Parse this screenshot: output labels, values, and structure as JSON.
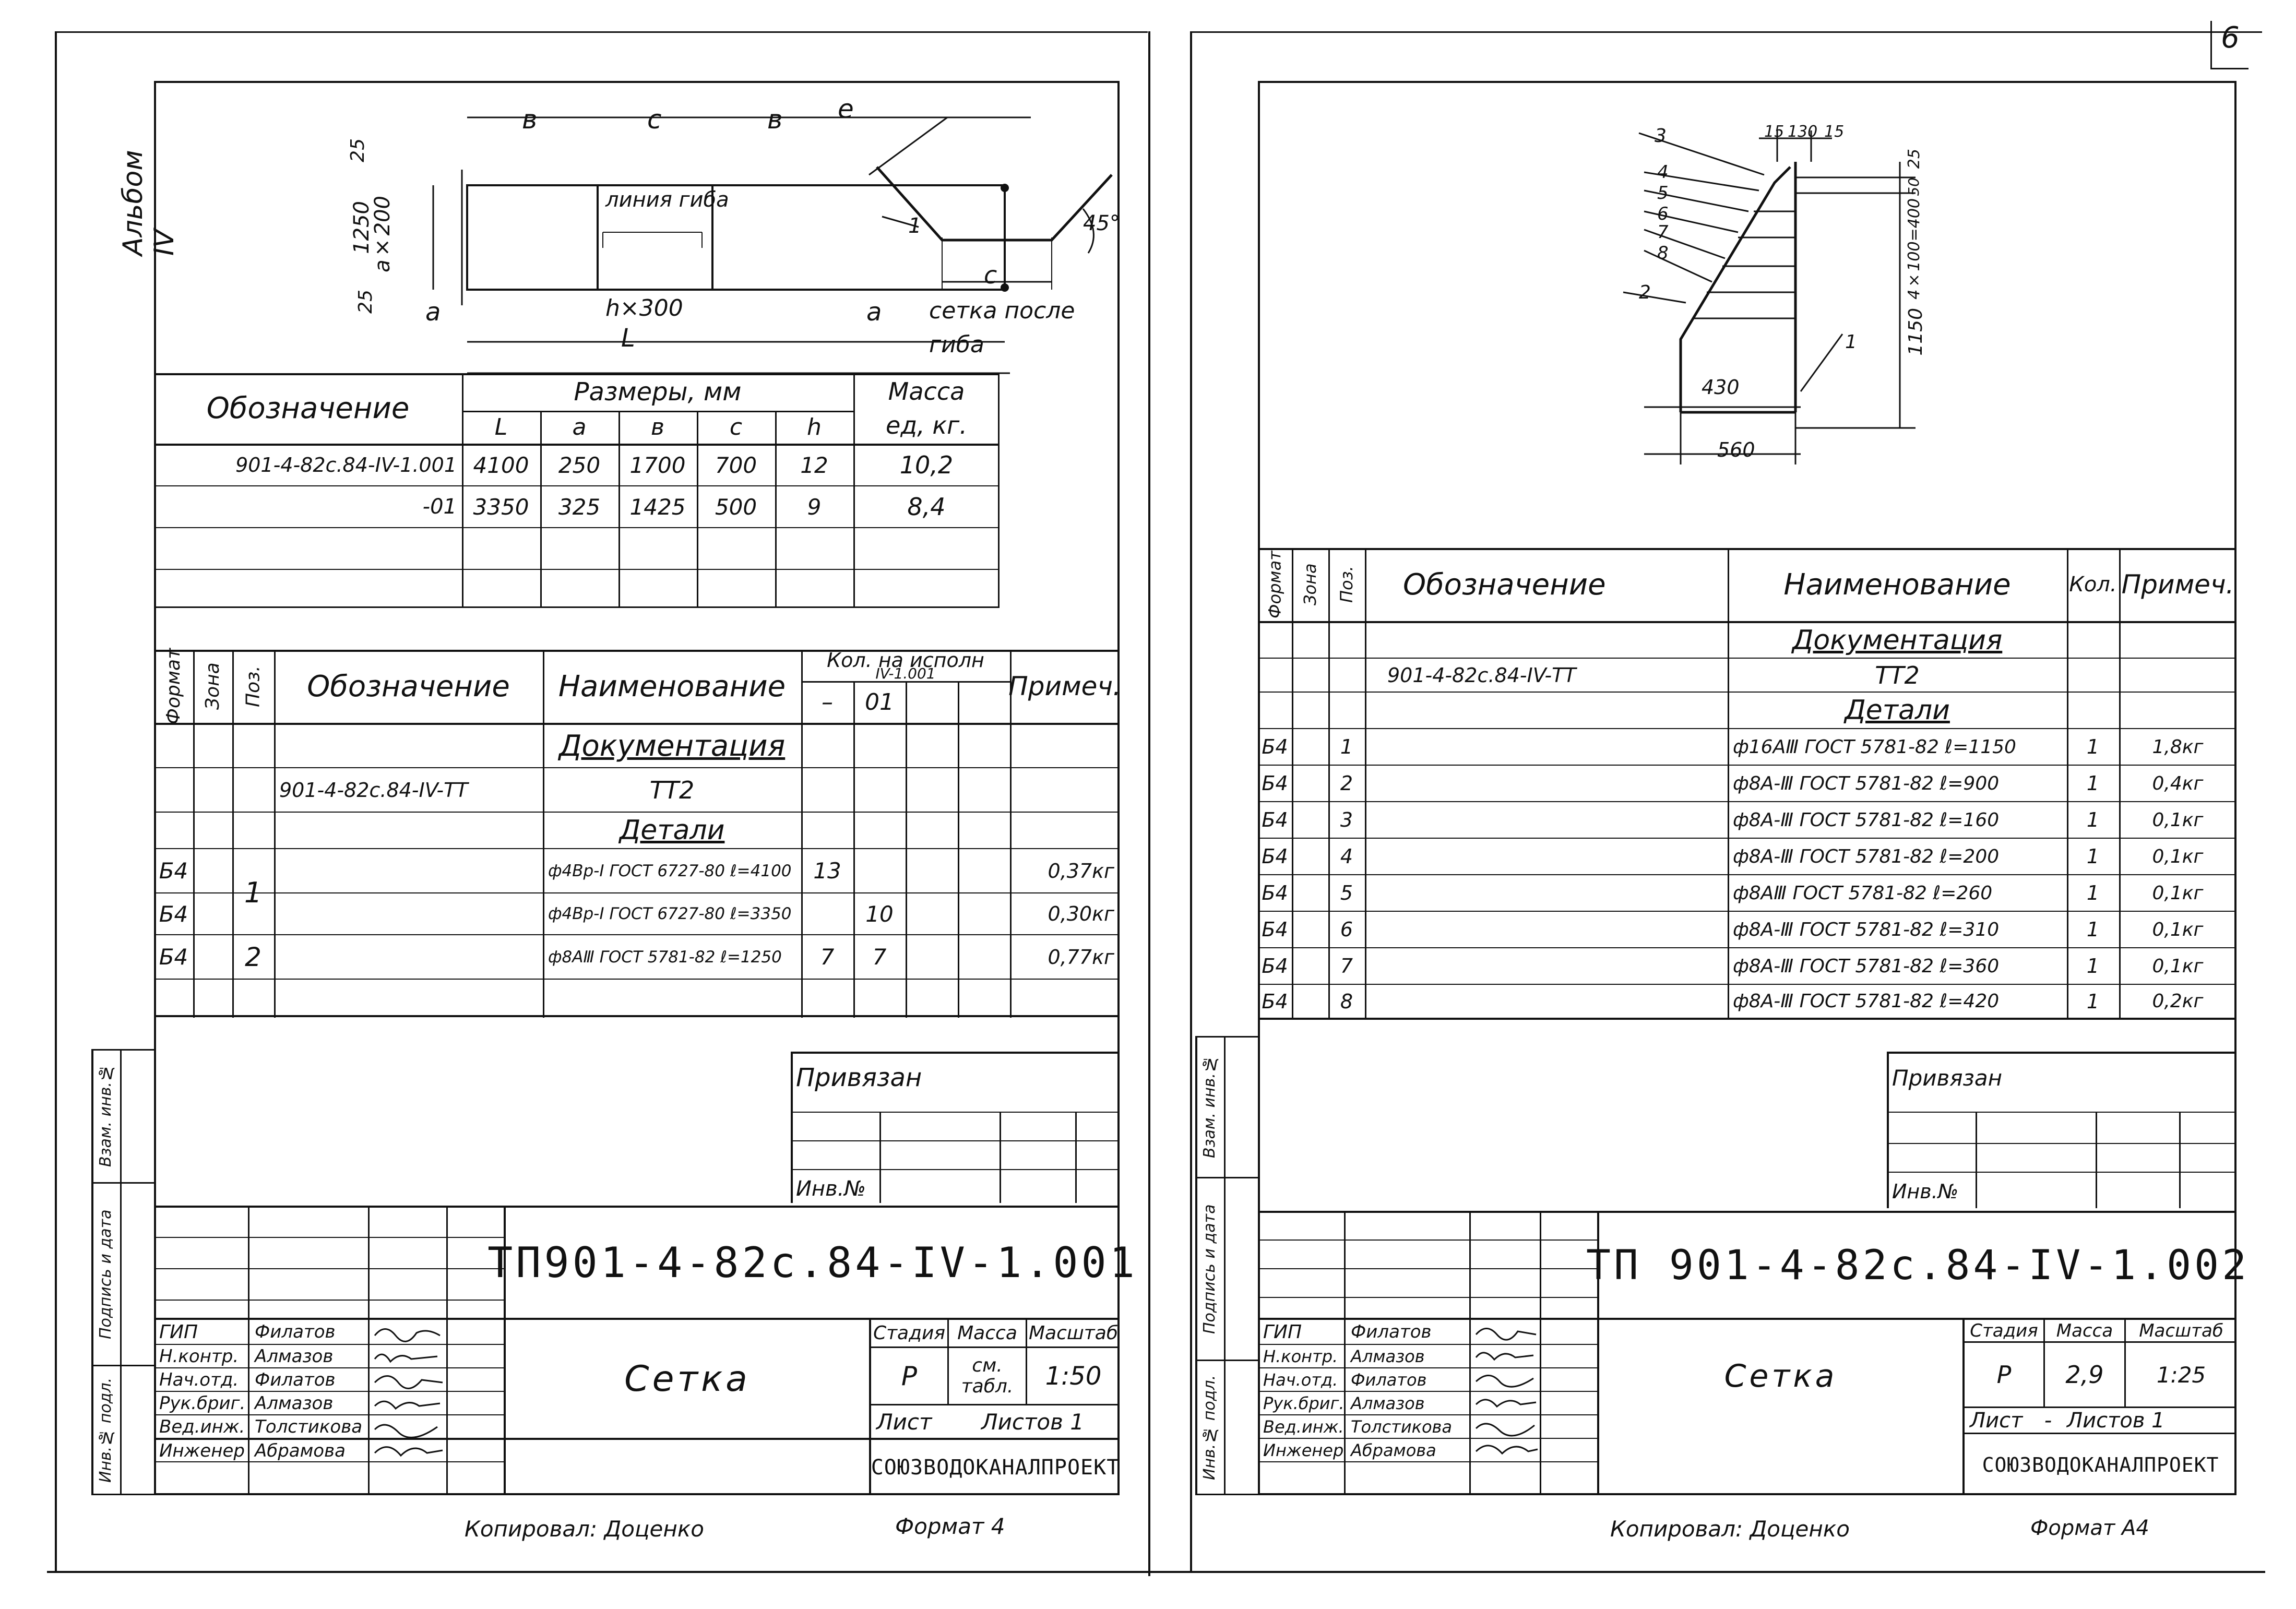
{
  "page_mark": "6",
  "album_label": "Альбом IV",
  "left": {
    "drawing": {
      "dims": [
        "в",
        "с",
        "в",
        "е",
        "25",
        "1250",
        "а×200",
        "25",
        "а",
        "h×300",
        "а",
        "L"
      ],
      "note_bend_line": "линия гиба",
      "leader": "1",
      "angle": "45°",
      "c_after": "с",
      "caption_1": "сетка после",
      "caption_2": "гиба"
    },
    "size_table": {
      "h_designation": "Обозначение",
      "h_sizes": "Размеры, мм",
      "h_mass": "Масса",
      "h_mass2": "ед, кг.",
      "cols": [
        "L",
        "а",
        "в",
        "с",
        "h"
      ],
      "rows": [
        {
          "des": "901-4-82с.84-IV-1.001",
          "v": [
            "4100",
            "250",
            "1700",
            "700",
            "12"
          ],
          "mass": "10,2"
        },
        {
          "des": "-01",
          "v": [
            "3350",
            "325",
            "1425",
            "500",
            "9"
          ],
          "mass": "8,4"
        }
      ]
    },
    "spec": {
      "h_format": "Формат",
      "h_zone": "Зона",
      "h_pos": "Поз.",
      "h_designation": "Обозначение",
      "h_name": "Наименование",
      "h_qty": "Кол. на исполн",
      "h_qty_sub": "IV-1.001",
      "h_q1": "–",
      "h_q2": "01",
      "h_note": "Примеч.",
      "rows": [
        {
          "fmt": "",
          "pos": "",
          "des": "",
          "name": "Документация",
          "q1": "",
          "q2": "",
          "note": "",
          "ul": true
        },
        {
          "fmt": "",
          "pos": "",
          "des": "901-4-82с.84-IV-ТТ",
          "name": "ТТ2",
          "q1": "",
          "q2": "",
          "note": "",
          "ul": false
        },
        {
          "fmt": "",
          "pos": "",
          "des": "",
          "name": "Детали",
          "q1": "",
          "q2": "",
          "note": "",
          "ul": true
        },
        {
          "fmt": "Б4",
          "pos": "",
          "des": "",
          "name": "ф4Вр-I ГОСТ 6727-80 ℓ=4100",
          "q1": "13",
          "q2": "",
          "note": "0,37кг",
          "ul": false
        },
        {
          "fmt": "Б4",
          "pos": "1",
          "des": "",
          "name": "ф4Вр-I ГОСТ 6727-80 ℓ=3350",
          "q1": "",
          "q2": "10",
          "note": "0,30кг",
          "ul": false
        },
        {
          "fmt": "Б4",
          "pos": "2",
          "des": "",
          "name": "ф8АⅢ ГОСТ 5781-82 ℓ=1250",
          "q1": "7",
          "q2": "7",
          "note": "0,77кг",
          "ul": false
        },
        {
          "fmt": "",
          "pos": "",
          "des": "",
          "name": "",
          "q1": "",
          "q2": "",
          "note": "",
          "ul": false
        }
      ]
    },
    "bound": "Привязан",
    "inv": "Инв.№",
    "side_labels": [
      "Взам. инв.№",
      "Подпись и дата",
      "Инв.№ подл."
    ],
    "title_block": {
      "code": "ТП901-4-82с.84-IV-1.001",
      "name": "Сетка",
      "stage_h": "Стадия",
      "mass_h": "Масса",
      "scale_h": "Масштаб",
      "stage": "Р",
      "mass": "см. табл.",
      "scale": "1:50",
      "sheet": "Лист",
      "sheets": "Листов 1",
      "org": "СОЮЗВОДОКАНАЛПРОЕКТ",
      "roles": [
        "ГИП",
        "Н.контр.",
        "Нач.отд.",
        "Рук.бриг.",
        "Вед.инж.",
        "Инженер"
      ],
      "names": [
        "Филатов",
        "Алмазов",
        "Филатов",
        "Алмазов",
        "Толстикова",
        "Абрамова"
      ]
    },
    "copied": "Копировал: Доценко",
    "format": "Формат 4"
  },
  "right": {
    "drawing": {
      "labels": [
        "3",
        "4",
        "5",
        "6",
        "7",
        "8",
        "2",
        "1"
      ],
      "dims": [
        "15",
        "130",
        "15",
        "25",
        "4×100=400",
        "50",
        "1150",
        "430",
        "560"
      ]
    },
    "spec": {
      "h_format": "Формат",
      "h_zone": "Зона",
      "h_pos": "Поз.",
      "h_designation": "Обозначение",
      "h_name": "Наименование",
      "h_qty": "Кол.",
      "h_note": "Примеч.",
      "rows": [
        {
          "fmt": "",
          "pos": "",
          "des": "",
          "name": "Документация",
          "qty": "",
          "note": "",
          "ul": true
        },
        {
          "fmt": "",
          "pos": "",
          "des": "901-4-82с.84-IV-ТТ",
          "name": "ТТ2",
          "qty": "",
          "note": "",
          "ul": false
        },
        {
          "fmt": "",
          "pos": "",
          "des": "",
          "name": "Детали",
          "qty": "",
          "note": "",
          "ul": true
        },
        {
          "fmt": "Б4",
          "pos": "1",
          "des": "",
          "name": "ф16АⅢ ГОСТ 5781-82 ℓ=1150",
          "qty": "1",
          "note": "1,8кг",
          "ul": false
        },
        {
          "fmt": "Б4",
          "pos": "2",
          "des": "",
          "name": "ф8А-Ⅲ ГОСТ 5781-82 ℓ=900",
          "qty": "1",
          "note": "0,4кг",
          "ul": false
        },
        {
          "fmt": "Б4",
          "pos": "3",
          "des": "",
          "name": "ф8А-Ⅲ ГОСТ 5781-82 ℓ=160",
          "qty": "1",
          "note": "0,1кг",
          "ul": false
        },
        {
          "fmt": "Б4",
          "pos": "4",
          "des": "",
          "name": "ф8А-Ⅲ ГОСТ 5781-82 ℓ=200",
          "qty": "1",
          "note": "0,1кг",
          "ul": false
        },
        {
          "fmt": "Б4",
          "pos": "5",
          "des": "",
          "name": "ф8АⅢ ГОСТ 5781-82 ℓ=260",
          "qty": "1",
          "note": "0,1кг",
          "ul": false
        },
        {
          "fmt": "Б4",
          "pos": "6",
          "des": "",
          "name": "ф8А-Ⅲ ГОСТ 5781-82 ℓ=310",
          "qty": "1",
          "note": "0,1кг",
          "ul": false
        },
        {
          "fmt": "Б4",
          "pos": "7",
          "des": "",
          "name": "ф8А-Ⅲ ГОСТ 5781-82 ℓ=360",
          "qty": "1",
          "note": "0,1кг",
          "ul": false
        },
        {
          "fmt": "Б4",
          "pos": "8",
          "des": "",
          "name": "ф8А-Ⅲ ГОСТ 5781-82 ℓ=420",
          "qty": "1",
          "note": "0,2кг",
          "ul": false
        }
      ]
    },
    "bound": "Привязан",
    "inv": "Инв.№",
    "side_labels": [
      "Взам. инв.№",
      "Подпись и дата",
      "Инв.№ подл."
    ],
    "title_block": {
      "code": "ТП 901-4-82с.84-IV-1.002",
      "name": "Сетка",
      "stage_h": "Стадия",
      "mass_h": "Масса",
      "scale_h": "Масштаб",
      "stage": "Р",
      "mass": "2,9",
      "scale": "1:25",
      "sheet": "Лист",
      "sheet_dash": "-",
      "sheets": "Листов 1",
      "org": "СОЮЗВОДОКАНАЛПРОЕКТ",
      "roles": [
        "ГИП",
        "Н.контр.",
        "Нач.отд.",
        "Рук.бриг.",
        "Вед.инж.",
        "Инженер"
      ],
      "names": [
        "Филатов",
        "Алмазов",
        "Филатов",
        "Алмазов",
        "Толстикова",
        "Абрамова"
      ]
    },
    "copied": "Копировал: Доценко",
    "format": "Формат А4"
  }
}
